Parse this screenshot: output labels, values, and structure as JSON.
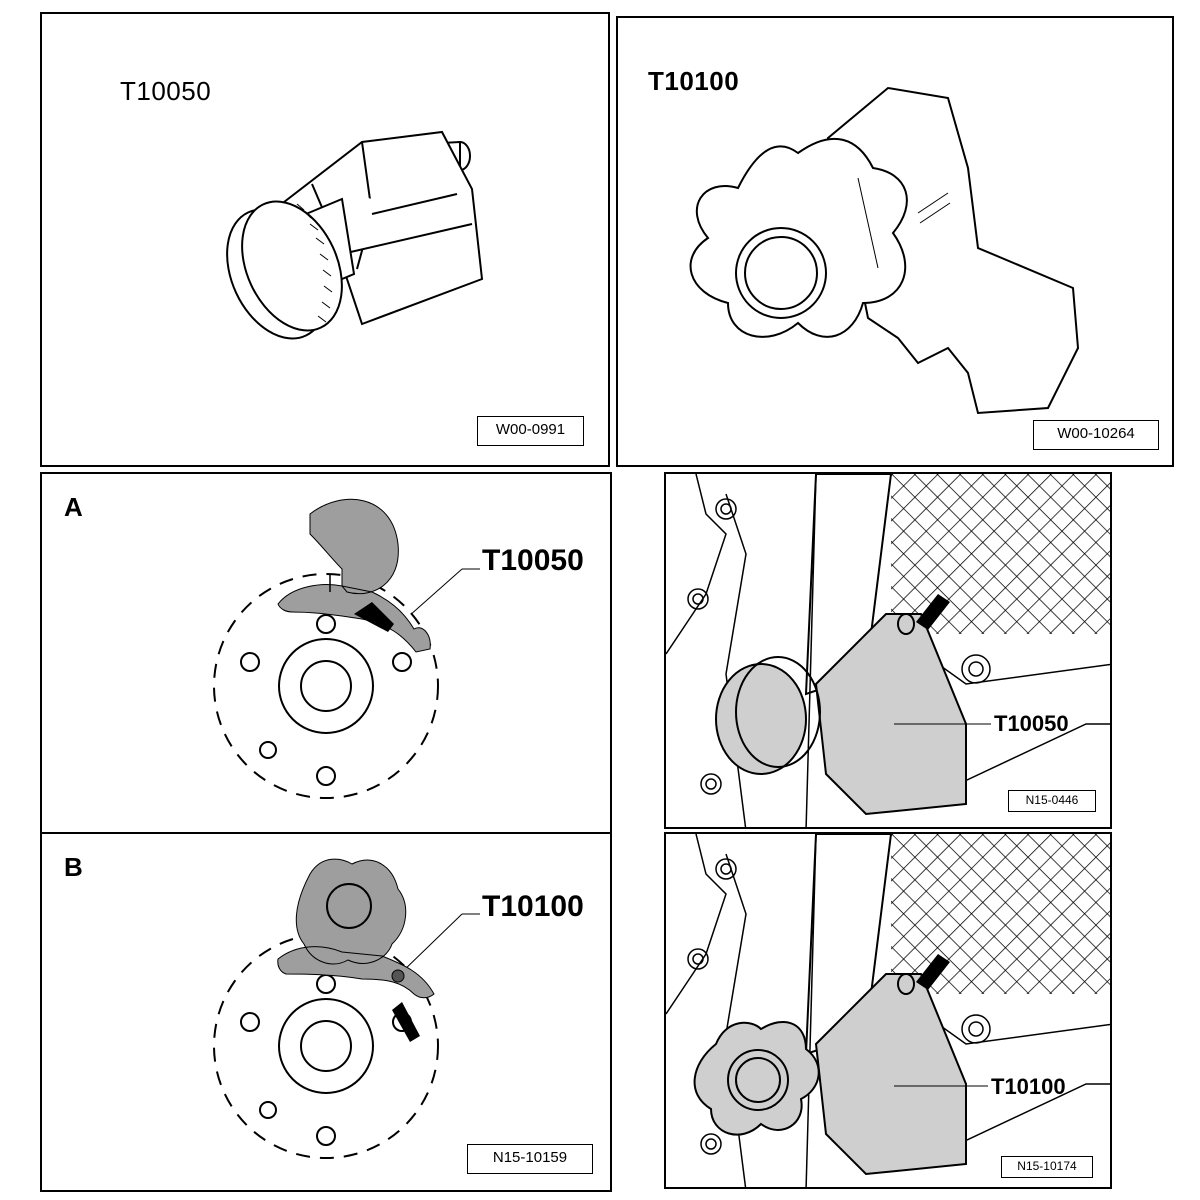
{
  "panels": {
    "top_left": {
      "tool": "T10050",
      "code": "W00-0991"
    },
    "top_right": {
      "tool": "T10100",
      "code": "W00-10264"
    },
    "mid_left": {
      "letter": "A",
      "callout": "T10050"
    },
    "bottom_left": {
      "letter": "B",
      "callout": "T10100",
      "code": "N15-10159"
    },
    "mid_right": {
      "callout": "T10050",
      "code": "N15-0446"
    },
    "bottom_right": {
      "callout": "T10100",
      "code": "N15-10174"
    }
  },
  "colors": {
    "tool_fill": "#9e9e9e",
    "photo_fill": "#cfcfcf",
    "line": "#000000"
  }
}
